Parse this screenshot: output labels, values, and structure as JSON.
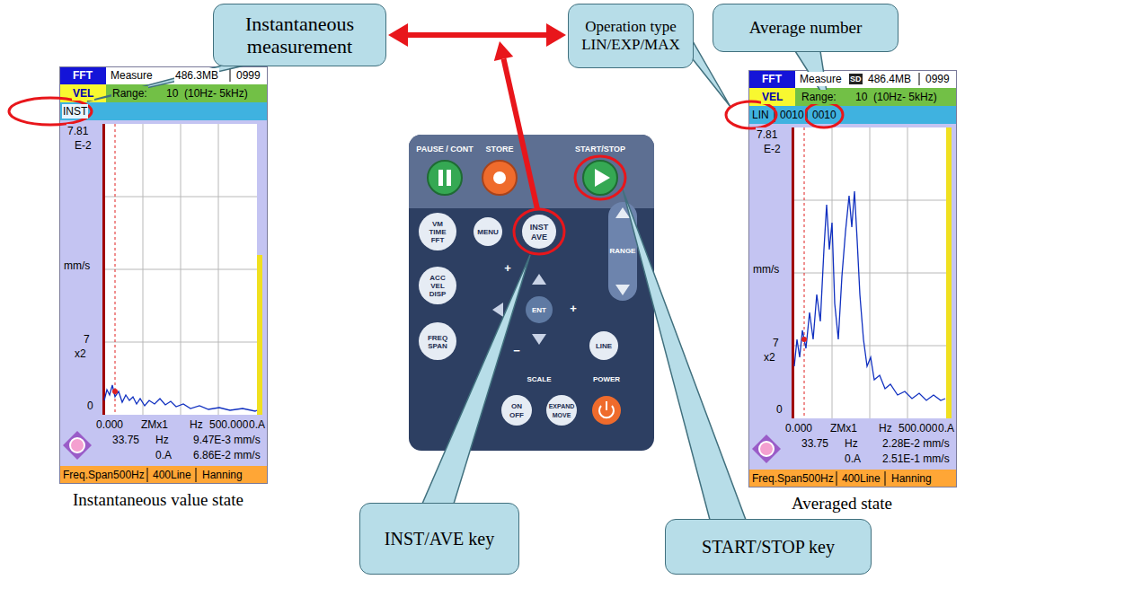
{
  "diagram": {
    "nodes": [
      {
        "text": [
          "Instantaneous measurement"
        ]
      },
      {
        "text": [
          "Operation type LIN/EXP/MAX"
        ]
      },
      {
        "text": [
          "Average number"
        ]
      },
      {
        "text": [
          "INST/AVE key"
        ]
      },
      {
        "text": [
          "START/STOP key"
        ]
      }
    ],
    "edges": [
      {
        "from": 0,
        "to": 1,
        "arrow": "both"
      }
    ],
    "labels": [
      "FFT",
      "Measure",
      "486.3MB",
      "0999",
      "VEL",
      "Range:",
      "10",
      "(10Hz- 5kHz)",
      "INST",
      "7.81",
      "E-2",
      "mm/s",
      "7",
      "x2",
      "0",
      "0.000",
      "ZMx1",
      "Hz",
      "500.000",
      "0.A",
      "33.75",
      "Hz",
      "9.47E-3 mm/s",
      "0.A",
      "6.86E-2 mm/s",
      "Freq.Span500Hz",
      "400Line",
      "Hanning",
      "Instantaneous value state",
      "FFT",
      "Measure",
      "SD",
      "486.4MB",
      "0999",
      "VEL",
      "Range:",
      "10",
      "(10Hz- 5kHz)",
      "LIN",
      "0010",
      "0010",
      "7.81",
      "E-2",
      "mm/s",
      "7",
      "x2",
      "0",
      "0.000",
      "ZMx1",
      "Hz",
      "500.000",
      "0.A",
      "33.75",
      "Hz",
      "2.28E-2 mm/s",
      "0.A",
      "2.51E-1 mm/s",
      "Freq.Span500Hz",
      "400Line",
      "Hanning",
      "Averaged state",
      "PAUSE / CONT",
      "STORE",
      "START/STOP",
      "VM",
      "TIME",
      "FFT",
      "MENU",
      "INST",
      "AVE",
      "RANGE",
      "ACC",
      "VEL",
      "DISP",
      "ENT",
      "+",
      "+",
      "−",
      "FREQ SPAN",
      "LINE",
      "SCALE",
      "ON",
      "OFF",
      "EXPAND",
      "MOVE",
      "POWER"
    ]
  }
}
